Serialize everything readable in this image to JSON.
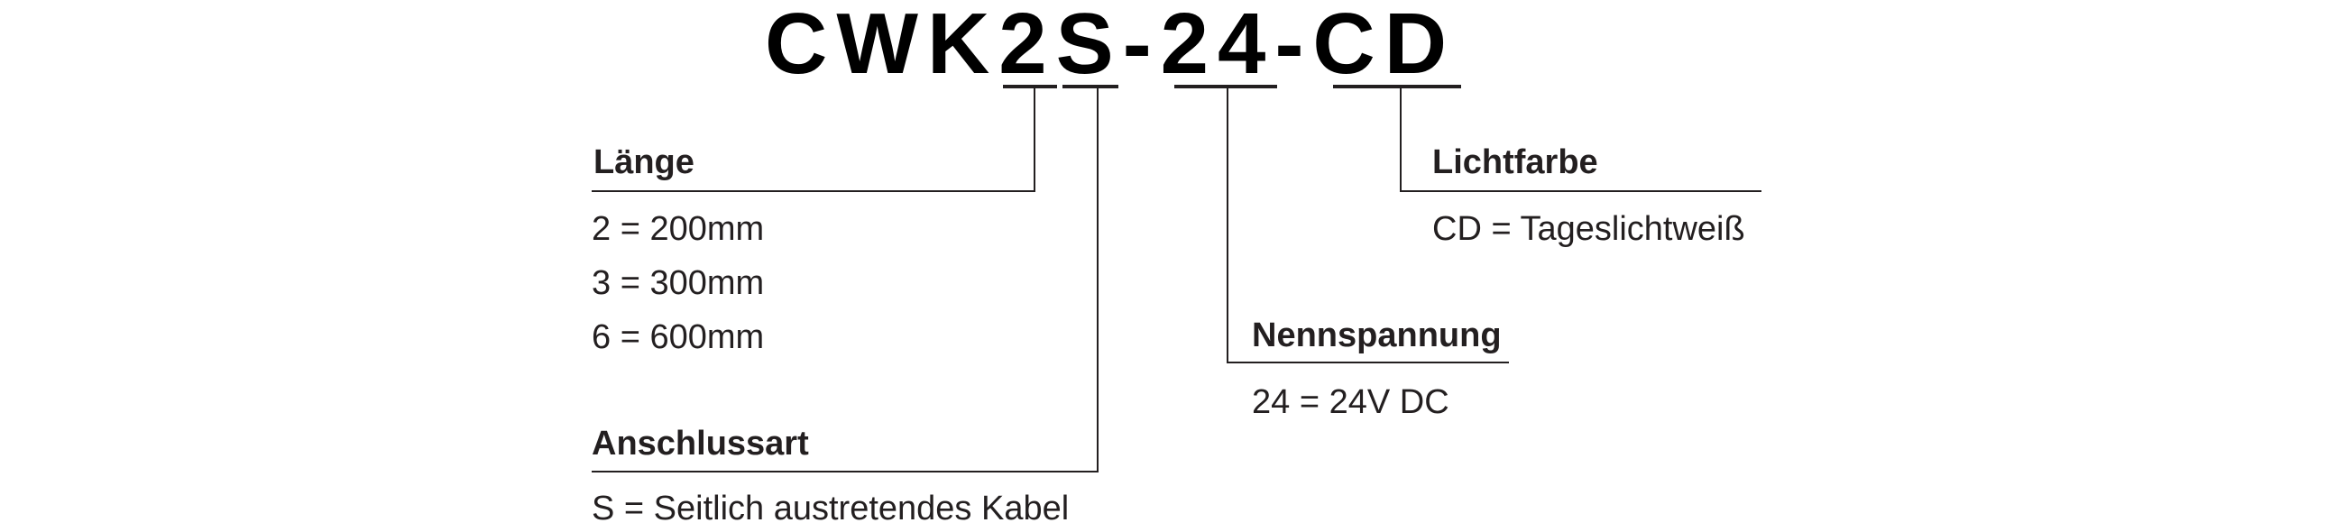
{
  "code": {
    "prefix": "CWK",
    "length_code": "2",
    "connection_code": "S",
    "sep1": "-",
    "voltage_code": "24",
    "sep2": "-",
    "color_code": "CD"
  },
  "laenge": {
    "heading": "Länge",
    "options": [
      "2 = 200mm",
      "3 = 300mm",
      "6 = 600mm"
    ]
  },
  "anschlussart": {
    "heading": "Anschlussart",
    "options": [
      "S = Seitlich austretendes Kabel"
    ]
  },
  "nennspannung": {
    "heading": "Nennspannung",
    "options": [
      "24 = 24V DC"
    ]
  },
  "lichtfarbe": {
    "heading": "Lichtfarbe",
    "options": [
      "CD = Tageslichtweiß"
    ]
  },
  "colors": {
    "text": "#231f20",
    "code": "#000000",
    "background": "#ffffff"
  }
}
